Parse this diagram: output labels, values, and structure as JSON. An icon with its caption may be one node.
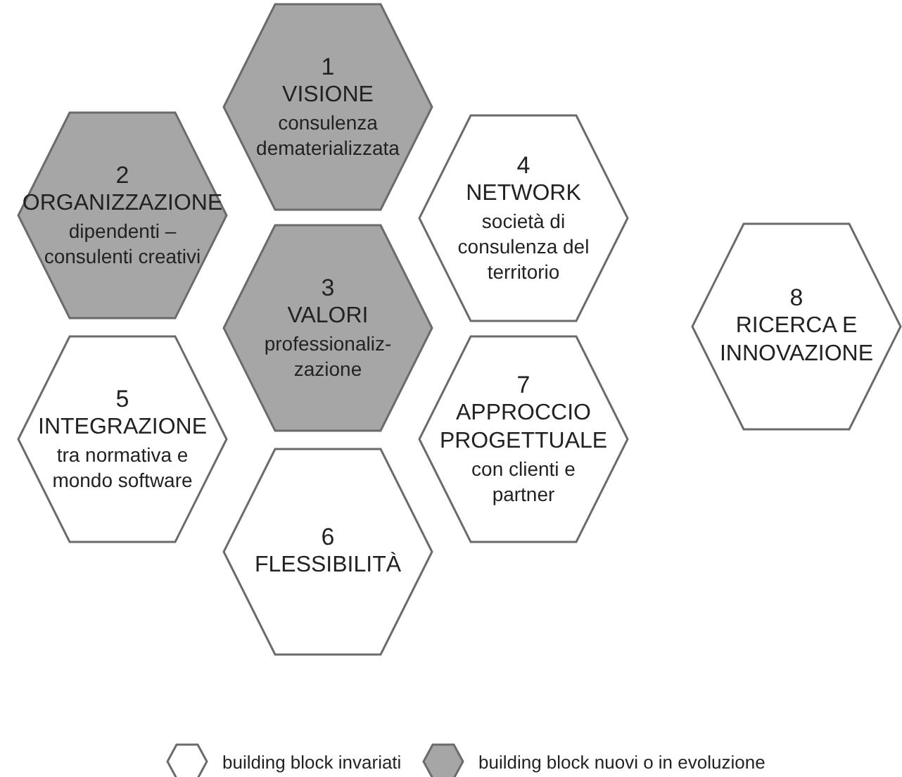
{
  "diagram": {
    "nodes": [
      {
        "text": [
          "1",
          "VISIONE",
          "consulenza dematerializzata"
        ]
      },
      {
        "text": [
          "2",
          "ORGANIZZAZIONE",
          "dipendenti – consulenti creativi"
        ]
      },
      {
        "text": [
          "4",
          "NETWORK",
          "società di consulenza del territorio"
        ]
      },
      {
        "text": [
          "3",
          "VALORI",
          "professionaliz-zazione"
        ]
      },
      {
        "text": [
          "8",
          "RICERCA E INNOVAZIONE"
        ]
      },
      {
        "text": [
          "5",
          "INTEGRAZIONE",
          "tra normativa e mondo software"
        ]
      },
      {
        "text": [
          "7",
          "APPROCCIO PROGETTUALE",
          "con clienti e partner"
        ]
      },
      {
        "text": [
          "6",
          "FLESSIBILITÀ"
        ]
      }
    ],
    "edges": [],
    "legend": [
      {
        "text": "building block invariati",
        "color": "#ffffff"
      },
      {
        "text": "building block nuovi o in evoluzione",
        "color": "#a6a6a6"
      }
    ]
  }
}
